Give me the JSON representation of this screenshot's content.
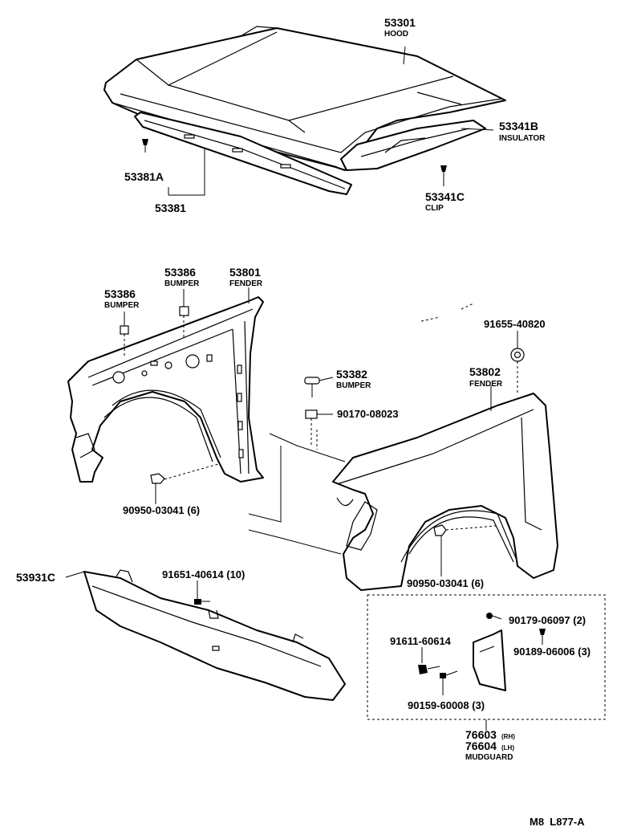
{
  "hood": {
    "number": "53301",
    "name": "HOOD"
  },
  "insulator": {
    "number": "53341B",
    "name": "INSULATOR"
  },
  "clip": {
    "number": "53341C",
    "name": "CLIP"
  },
  "hood_support_bracket": {
    "number": "53381A"
  },
  "hood_support": {
    "number": "53381"
  },
  "bumper_left": {
    "number": "53386",
    "name": "BUMPER"
  },
  "bumper_center": {
    "number": "53386",
    "name": "BUMPER"
  },
  "fender_left": {
    "number": "53801",
    "name": "FENDER"
  },
  "bumper_right": {
    "number": "53382",
    "name": "BUMPER"
  },
  "nut_bumper": {
    "number": "90170-08023"
  },
  "plug": {
    "number": "91655-40820"
  },
  "fender_right": {
    "number": "53802",
    "name": "FENDER"
  },
  "clip_left": {
    "number": "90950-03041 (6)"
  },
  "clip_right": {
    "number": "90950-03041 (6)"
  },
  "lower_panel": {
    "number": "53931C"
  },
  "lower_panel_screw": {
    "number": "91651-40614 (10)"
  },
  "mudguard_nut": {
    "number": "90179-06097 (2)"
  },
  "mudguard_bolt": {
    "number": "91611-60614"
  },
  "mudguard_clip": {
    "number": "90189-06006 (3)"
  },
  "mudguard_screw": {
    "number": "90159-60008 (3)"
  },
  "mudguard": {
    "number_rh": "76603",
    "side_rh": "(RH)",
    "number_lh": "76604",
    "side_lh": "(LH)",
    "name": "MUDGUARD"
  },
  "footer": {
    "ref_code": "M8  L877-A"
  }
}
